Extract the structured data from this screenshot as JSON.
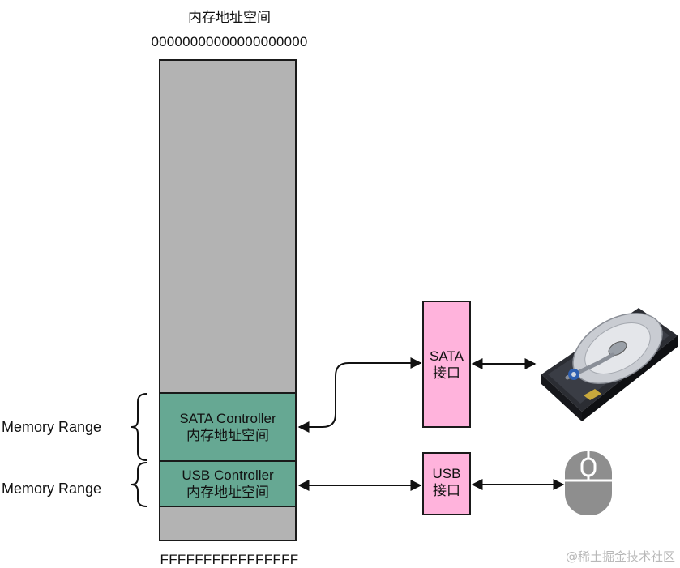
{
  "title": "内存地址空间",
  "address_start": "00000000000000000000",
  "address_end": "FFFFFFFFFFFFFFFF",
  "memory_ranges": [
    {
      "label": "Memory Range"
    },
    {
      "label": "Memory Range"
    }
  ],
  "controllers": {
    "sata": {
      "name": "SATA Controller",
      "sub": "内存地址空间"
    },
    "usb": {
      "name": "USB Controller",
      "sub": "内存地址空间"
    }
  },
  "ports": {
    "sata": {
      "name": "SATA",
      "sub": "接口"
    },
    "usb": {
      "name": "USB",
      "sub": "接口"
    }
  },
  "devices": {
    "sata": {
      "icon": "hard-disk-icon"
    },
    "usb": {
      "icon": "mouse-icon"
    }
  },
  "watermark": "@稀土掘金技术社区",
  "colors": {
    "memory": "#b3b3b3",
    "controller": "#66a893",
    "port": "#ffb3dc"
  }
}
